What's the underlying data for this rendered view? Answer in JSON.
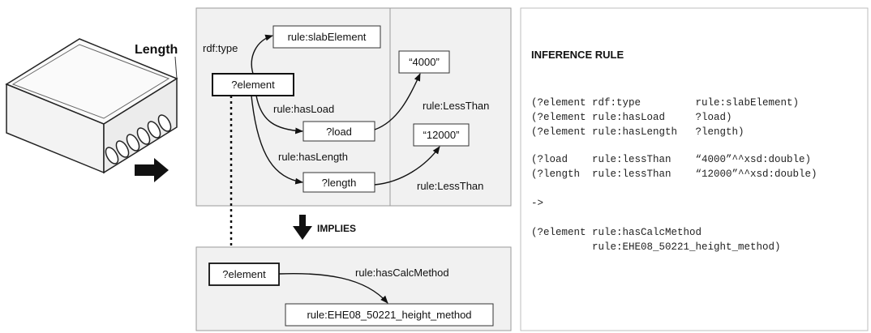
{
  "slab": {
    "dimension_label": "Length"
  },
  "top_graph": {
    "nodes": {
      "slab_element": "rule:slabElement",
      "element": "?element",
      "load": "?load",
      "length": "?length",
      "val_4000": "“4000”",
      "val_12000": "“12000”"
    },
    "edges": {
      "rdf_type": "rdf:type",
      "has_load": "rule:hasLoad",
      "has_length": "rule:hasLength",
      "less_than_1": "rule:LessThan",
      "less_than_2": "rule:LessThan"
    }
  },
  "implies_label": "IMPLIES",
  "bottom_graph": {
    "nodes": {
      "element": "?element",
      "method": "rule:EHE08_50221_height_method"
    },
    "edges": {
      "has_calc_method": "rule:hasCalcMethod"
    }
  },
  "inference_rule": {
    "title": "INFERENCE RULE",
    "lines": [
      "(?element rdf:type         rule:slabElement)",
      "(?element rule:hasLoad     ?load)",
      "(?element rule:hasLength   ?length)",
      "(?load    rule:lessThan    “4000”^^xsd:double)",
      "(?length  rule:lessThan    “12000”^^xsd:double)",
      "->",
      "(?element rule:hasCalcMethod",
      "          rule:EHE08_50221_height_method)"
    ]
  },
  "colors": {
    "panel_bg": "#f1f1f1",
    "panel_border": "#9a9a9a",
    "node_bg": "#ffffff",
    "ink": "#111111"
  }
}
